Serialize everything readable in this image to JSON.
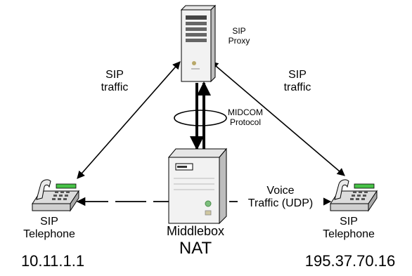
{
  "proxy": {
    "label_line1": "SIP",
    "label_line2": "Proxy"
  },
  "left_link": {
    "label_line1": "SIP",
    "label_line2": "traffic"
  },
  "right_link": {
    "label_line1": "SIP",
    "label_line2": "traffic"
  },
  "midcom": {
    "label_line1": "MIDCOM",
    "label_line2": "Protocol"
  },
  "voice": {
    "label_line1": "Voice",
    "label_line2": "Traffic (UDP)"
  },
  "middlebox": {
    "label_line1": "Middlebox",
    "label_line2": "NAT"
  },
  "left_phone": {
    "label_line1": "SIP",
    "label_line2": "Telephone",
    "address": "10.11.1.1"
  },
  "right_phone": {
    "label_line1": "SIP",
    "label_line2": "Telephone",
    "address": "195.37.70.16"
  }
}
